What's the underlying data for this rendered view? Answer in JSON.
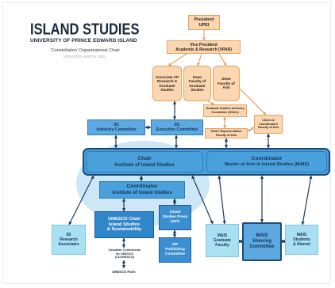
{
  "header": {
    "title": "ISLAND STUDIES",
    "university": "UNIVERSITY OF PRINCE EDWARD ISLAND",
    "chart_name": "‘Constellation’ Organizational Chart",
    "updated": "UPDATED MARCH 2021"
  },
  "colors": {
    "orange_fill": "#fad7b0",
    "orange_border": "#e9a262",
    "blue_fill": "#5ea9e0",
    "band_fill": "#4aa0da",
    "band_border": "#1c4a78",
    "halo": "#cde7f7",
    "light_fill": "#a9e1f3",
    "dark_fill": "#2f86c8",
    "connector": "#1d3b5e"
  },
  "nodes": {
    "president": [
      "President",
      "UPEI"
    ],
    "vpar": [
      "Vice President",
      "Academic & Research (VPAR)"
    ],
    "associate_vp": [
      "Associate VP",
      "Research &",
      "Graduate",
      "Studies"
    ],
    "dean_graduate": [
      "Dean",
      "Faculty of",
      "Graduate",
      "Studies"
    ],
    "dean_arts": [
      "Dean",
      "Faculty of",
      "Arts"
    ],
    "gsac": [
      "Graduate Studies Advisory",
      "Committee (GSAC)"
    ],
    "chairs_coordinators": [
      "Chairs &",
      "Coordinators",
      "Faculty of Arts"
    ],
    "gsac_rep": [
      "GSAC Representative",
      "Faculty of Arts"
    ],
    "iis_advisory": [
      "IIS",
      "Advisory Committee"
    ],
    "iis_executive": [
      "IIS",
      "Executive Committee"
    ],
    "chair_iis": [
      "Chair",
      "Institute of Island Studies"
    ],
    "coordinator_mais": [
      "Coordinator",
      "Master of Arts in Island Studies (MAIS)"
    ],
    "coordinator_iis": [
      "Coordinator",
      "Institute of Island Studies"
    ],
    "research_associates": [
      "IIS",
      "Research",
      "Associates"
    ],
    "unesco_chair": [
      "UNESCO Chair",
      "Island Studies",
      "& Sustainability"
    ],
    "isp": [
      "Island",
      "Studies Press",
      "(ISP)"
    ],
    "isp_publishing": [
      "ISP",
      "Publishing",
      "Committee"
    ],
    "ccunesco": [
      "Canadian Commission",
      "for UNESCO",
      "(CCUNESCO)"
    ],
    "unesco_paris": [
      "UNESCO Paris"
    ],
    "mais_faculty": [
      "MAIS",
      "Graduate",
      "Faculty"
    ],
    "mais_steering": [
      "MAIS",
      "Steering",
      "Committee"
    ],
    "mais_students": [
      "MAIS",
      "Students",
      "& Alumni"
    ]
  }
}
